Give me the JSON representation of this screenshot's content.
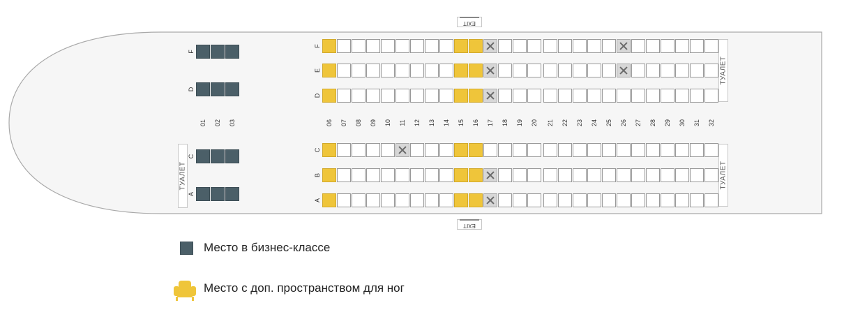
{
  "aircraft": {
    "exit_label": "EXIT",
    "toilet_label": "ТУАЛЕТ",
    "row_letters_upper": [
      "F",
      "E",
      "D"
    ],
    "row_letters_lower": [
      "C",
      "B",
      "A"
    ],
    "business_columns": [
      "01",
      "02",
      "03"
    ],
    "economy_columns": [
      "06",
      "07",
      "08",
      "09",
      "10",
      "11",
      "12",
      "13",
      "14",
      "15",
      "16",
      "17",
      "18",
      "19",
      "20",
      "21",
      "22",
      "23",
      "24",
      "25",
      "26",
      "27",
      "28",
      "29",
      "30",
      "31",
      "32"
    ],
    "extra_legroom_columns": [
      "06",
      "15",
      "16"
    ],
    "occupied_seats": [
      "17F",
      "26F",
      "17E",
      "26E",
      "17D",
      "11C",
      "17B",
      "17A"
    ]
  },
  "legend": {
    "business_label": "Место в бизнес-классе",
    "extra_legroom_label": "Место с доп. пространством для ног",
    "business_icon": "business-seat-swatch",
    "extra_legroom_icon": "armchair-icon"
  },
  "colors": {
    "business": "#4b5f68",
    "extra_legroom": "#efc53a",
    "occupied": "#d7d7d7",
    "available": "#ffffff",
    "fuselage": "#f6f6f6"
  }
}
